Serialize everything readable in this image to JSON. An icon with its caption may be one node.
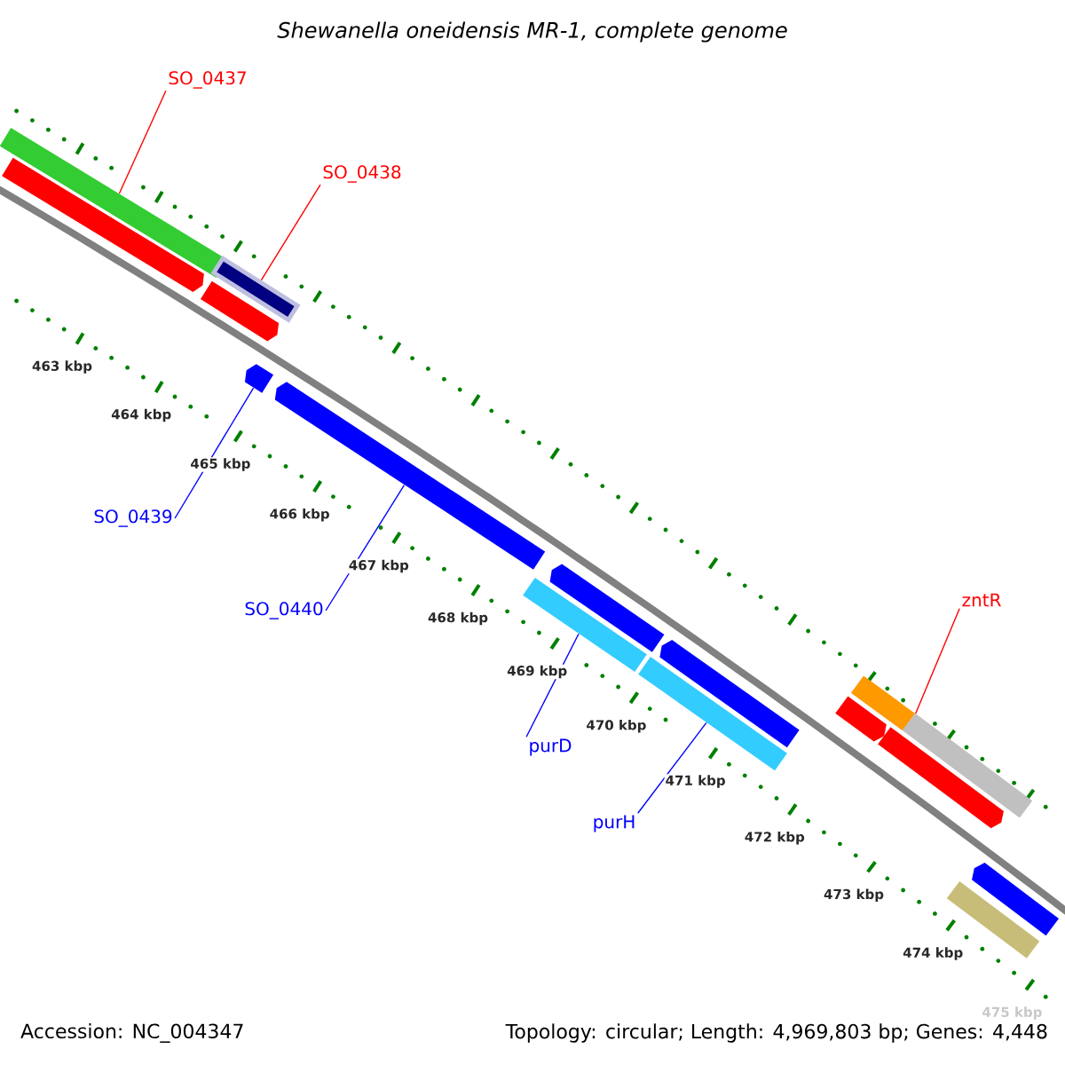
{
  "diagram": {
    "title": "Shewanella oneidensis MR-1, complete genome",
    "nodes": [
      {
        "text": [
          "SO_0437"
        ]
      },
      {
        "text": [
          "SO_0438"
        ]
      },
      {
        "text": [
          "SO_0439"
        ]
      },
      {
        "text": [
          "SO_0440"
        ]
      },
      {
        "text": [
          "purD"
        ]
      },
      {
        "text": [
          "purH"
        ]
      },
      {
        "text": [
          "zntR"
        ]
      },
      {
        "text": [],
        "shape": "bar"
      },
      {
        "text": [],
        "shape": "bar"
      },
      {
        "text": [],
        "shape": "bar"
      },
      {
        "text": [],
        "shape": "bar"
      },
      {
        "text": [],
        "shape": "bar"
      },
      {
        "text": [],
        "shape": "bar"
      },
      {
        "text": [],
        "shape": "bar"
      },
      {
        "text": [],
        "shape": "bar"
      },
      {
        "text": [],
        "shape": "bar"
      },
      {
        "text": [],
        "shape": "bar"
      },
      {
        "text": [],
        "shape": "bar"
      },
      {
        "text": [],
        "shape": "bar"
      },
      {
        "text": [],
        "shape": "bar"
      },
      {
        "text": [],
        "shape": "bar"
      },
      {
        "text": [],
        "shape": "bar"
      },
      {
        "text": [],
        "shape": "bar"
      }
    ],
    "edges": [
      {
        "from": 0,
        "to": 7,
        "arrow": "none",
        "color": "#ff0000"
      },
      {
        "from": 1,
        "to": 10,
        "arrow": "none",
        "color": "#ff0000"
      },
      {
        "from": 2,
        "to": 11,
        "arrow": "none"
      },
      {
        "from": 3,
        "to": 12,
        "arrow": "none"
      },
      {
        "from": 4,
        "to": 13,
        "arrow": "none"
      },
      {
        "from": 5,
        "to": 15,
        "arrow": "none"
      },
      {
        "from": 6,
        "to": 18,
        "arrow": "none",
        "color": "#ff0000"
      }
    ],
    "labels": [
      "463 kbp",
      "464 kbp",
      "465 kbp",
      "466 kbp",
      "467 kbp",
      "468 kbp",
      "469 kbp",
      "470 kbp",
      "471 kbp",
      "472 kbp",
      "473 kbp",
      "474 kbp",
      "475 kbp",
      "Accession: NC_004347",
      "Topology: circular; Length: 4,969,803 bp; Genes: 4,448"
    ]
  }
}
